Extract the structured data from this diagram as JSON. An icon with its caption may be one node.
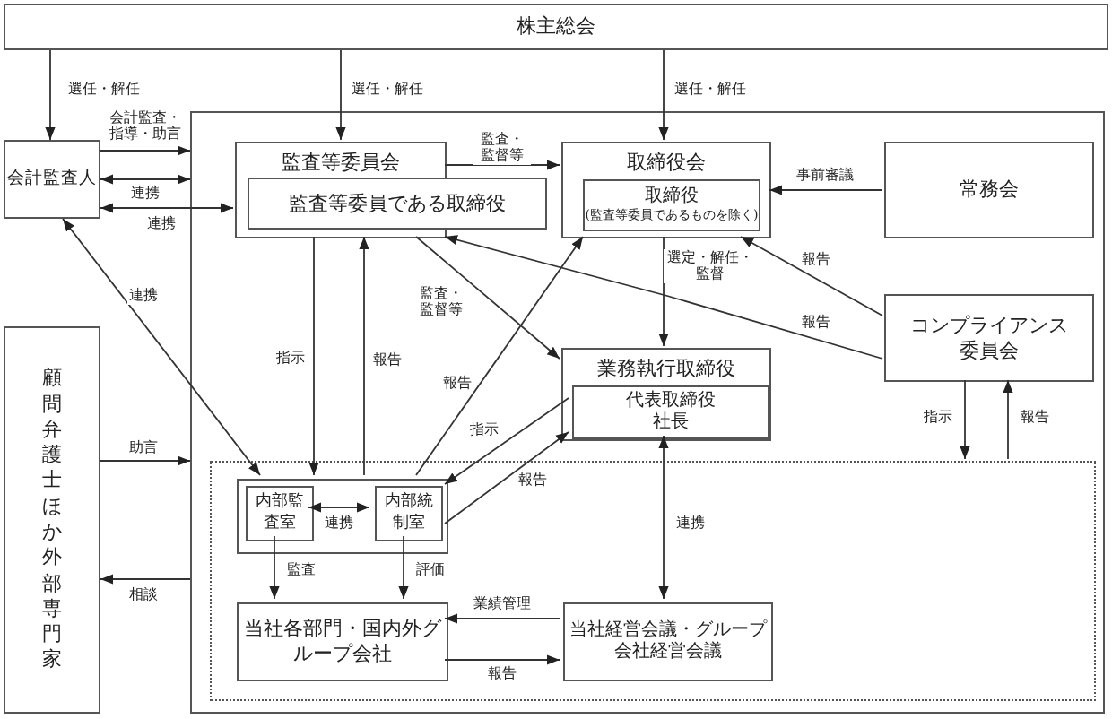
{
  "diagram": {
    "nodes": [
      {
        "text": [
          "株主総会"
        ]
      },
      {
        "text": [
          "会計監査人"
        ]
      },
      {
        "text": [
          "顧問弁護士ほか外部専門家"
        ]
      },
      {
        "text": [],
        "shape": "box"
      },
      {
        "text": [
          "監査等委員会"
        ],
        "in": 3
      },
      {
        "text": [
          "監査等委員である取締役"
        ],
        "in": 3
      },
      {
        "text": [
          "取締役会"
        ],
        "in": 3
      },
      {
        "text": [
          "取締役",
          "(監査等委員であるものを除く)"
        ],
        "in": 6
      },
      {
        "text": [
          "常務会"
        ],
        "in": 3
      },
      {
        "text": [
          "業務執行取締役"
        ],
        "in": 3
      },
      {
        "text": [
          "代表取締役",
          "社長"
        ],
        "in": 9
      },
      {
        "text": [
          "コンプライアンス委員会"
        ],
        "in": 3
      },
      {
        "text": [],
        "shape": "box",
        "in": 3
      },
      {
        "text": [],
        "shape": "box",
        "in": 12
      },
      {
        "text": [
          "内部監査室"
        ],
        "in": 13
      },
      {
        "text": [
          "内部統制室"
        ],
        "in": 13
      },
      {
        "text": [
          "当社各部門・国内外グループ会社"
        ],
        "in": 12
      },
      {
        "text": [
          "当社経営会議・グループ会社経営会議"
        ],
        "in": 12
      }
    ],
    "edges": [
      {
        "from": 0,
        "to": 1,
        "arrow": "to",
        "label": "選任・解任"
      },
      {
        "from": 0,
        "to": 4,
        "arrow": "to",
        "label": "選任・解任"
      },
      {
        "from": 0,
        "to": 6,
        "arrow": "to",
        "label": "選任・解任"
      },
      {
        "from": 1,
        "to": 3,
        "arrow": "to",
        "label": "会計監査・指導・助言"
      },
      {
        "from": 1,
        "to": 3,
        "arrow": "both",
        "label": "連携"
      },
      {
        "from": 1,
        "to": 4,
        "arrow": "both",
        "label": "連携"
      },
      {
        "from": 4,
        "to": 6,
        "arrow": "to",
        "label": "監査・監督等"
      },
      {
        "from": 8,
        "to": 6,
        "arrow": "to",
        "label": "事前審議"
      },
      {
        "from": 6,
        "to": 9,
        "arrow": "to",
        "label": "選定・解任・監督"
      },
      {
        "from": 11,
        "to": 6,
        "arrow": "to",
        "label": "報告"
      },
      {
        "from": 11,
        "to": 4,
        "arrow": "to",
        "label": "報告"
      },
      {
        "from": 4,
        "to": 9,
        "arrow": "to",
        "label": "監査・監督等"
      },
      {
        "from": 4,
        "to": 13,
        "arrow": "to",
        "label": "指示"
      },
      {
        "from": 13,
        "to": 4,
        "arrow": "to",
        "label": "報告"
      },
      {
        "from": 10,
        "to": 13,
        "arrow": "to",
        "label": "指示"
      },
      {
        "from": 13,
        "to": 10,
        "arrow": "to",
        "label": "報告"
      },
      {
        "from": 13,
        "to": 6,
        "arrow": "to",
        "label": "報告"
      },
      {
        "from": 1,
        "to": 13,
        "arrow": "both",
        "label": "連携"
      },
      {
        "from": 2,
        "to": 3,
        "arrow": "to",
        "label": "助言"
      },
      {
        "from": 3,
        "to": 2,
        "arrow": "to",
        "label": "相談"
      },
      {
        "from": 11,
        "to": 12,
        "arrow": "to",
        "label": "指示"
      },
      {
        "from": 12,
        "to": 11,
        "arrow": "to",
        "label": "報告"
      },
      {
        "from": 14,
        "to": 15,
        "arrow": "both",
        "label": "連携"
      },
      {
        "from": 14,
        "to": 16,
        "arrow": "to",
        "label": "監査"
      },
      {
        "from": 15,
        "to": 16,
        "arrow": "to",
        "label": "評価"
      },
      {
        "from": 17,
        "to": 16,
        "arrow": "to",
        "label": "業績管理"
      },
      {
        "from": 16,
        "to": 17,
        "arrow": "to",
        "label": "報告"
      },
      {
        "from": 10,
        "to": 17,
        "arrow": "both",
        "label": "連携"
      }
    ]
  }
}
